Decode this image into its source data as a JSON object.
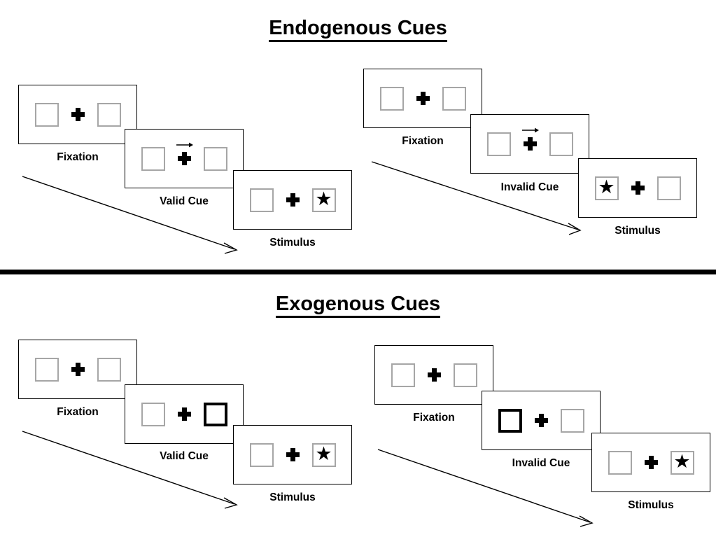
{
  "figure": {
    "title_top": "Endogenous Cues",
    "title_bottom": "Exogenous Cues",
    "colors": {
      "panel_border": "#000000",
      "box_border": "#a6a6a6",
      "cued_box_border": "#000000",
      "ink": "#000000",
      "background": "#ffffff"
    }
  },
  "sections": [
    {
      "id": "endogenous",
      "title": "Endogenous Cues",
      "sequences": [
        {
          "id": "endogenous-valid",
          "validity": "valid",
          "frames": [
            {
              "caption": "Fixation",
              "cue_type": "none",
              "left_box": "empty",
              "right_box": "empty",
              "arrow_direction": ""
            },
            {
              "caption": "Valid Cue",
              "cue_type": "arrow",
              "left_box": "empty",
              "right_box": "empty",
              "arrow_direction": "right"
            },
            {
              "caption": "Stimulus",
              "cue_type": "none",
              "left_box": "empty",
              "right_box": "star",
              "arrow_direction": ""
            }
          ]
        },
        {
          "id": "endogenous-invalid",
          "validity": "invalid",
          "frames": [
            {
              "caption": "Fixation",
              "cue_type": "none",
              "left_box": "empty",
              "right_box": "empty",
              "arrow_direction": ""
            },
            {
              "caption": "Invalid Cue",
              "cue_type": "arrow",
              "left_box": "empty",
              "right_box": "empty",
              "arrow_direction": "right"
            },
            {
              "caption": "Stimulus",
              "cue_type": "none",
              "left_box": "star",
              "right_box": "empty",
              "arrow_direction": ""
            }
          ]
        }
      ]
    },
    {
      "id": "exogenous",
      "title": "Exogenous Cues",
      "sequences": [
        {
          "id": "exogenous-valid",
          "validity": "valid",
          "frames": [
            {
              "caption": "Fixation",
              "cue_type": "none",
              "left_box": "empty",
              "right_box": "empty",
              "arrow_direction": ""
            },
            {
              "caption": "Valid Cue",
              "cue_type": "highlight",
              "left_box": "empty",
              "right_box": "cued",
              "arrow_direction": ""
            },
            {
              "caption": "Stimulus",
              "cue_type": "none",
              "left_box": "empty",
              "right_box": "star",
              "arrow_direction": ""
            }
          ]
        },
        {
          "id": "exogenous-invalid",
          "validity": "invalid",
          "frames": [
            {
              "caption": "Fixation",
              "cue_type": "none",
              "left_box": "empty",
              "right_box": "empty",
              "arrow_direction": ""
            },
            {
              "caption": "Invalid Cue",
              "cue_type": "highlight",
              "left_box": "cued",
              "right_box": "empty",
              "arrow_direction": ""
            },
            {
              "caption": "Stimulus",
              "cue_type": "none",
              "left_box": "empty",
              "right_box": "star",
              "arrow_direction": ""
            }
          ]
        }
      ]
    }
  ],
  "glyphs": {
    "star": "★",
    "fixation_cross": "plus-sign",
    "cue_arrow": "arrow-right-icon",
    "flow_arrow": "time-flow-arrow"
  }
}
